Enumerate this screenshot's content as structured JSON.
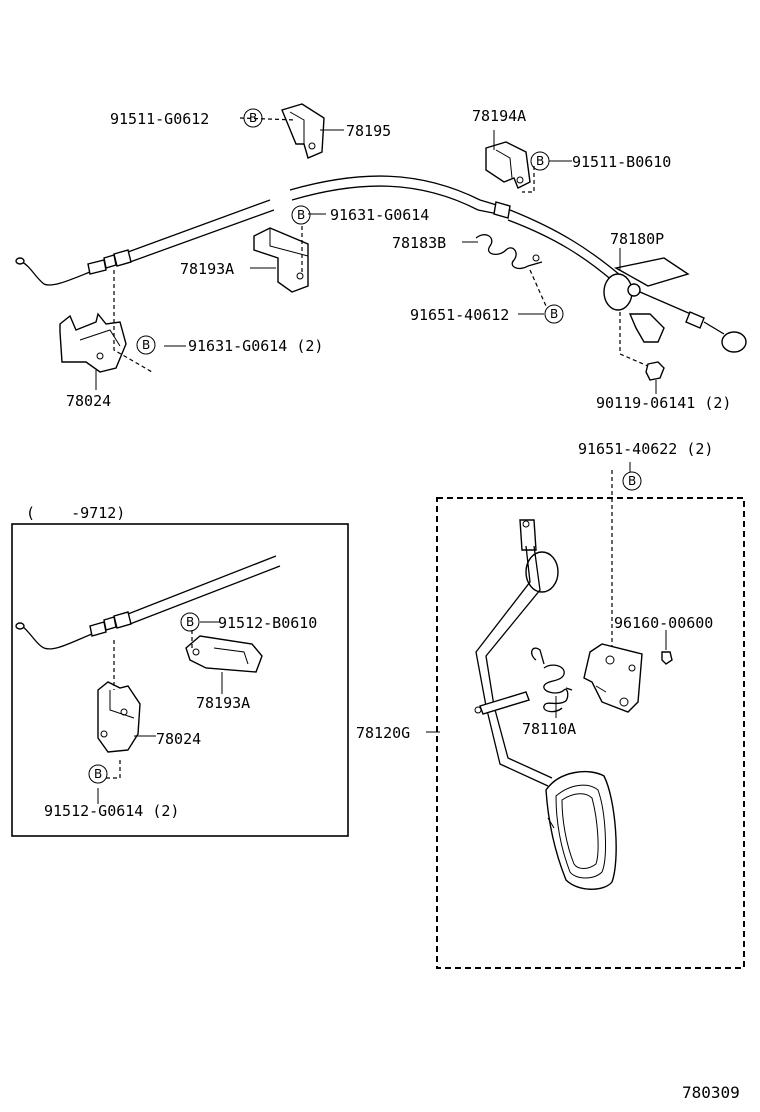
{
  "labels": {
    "p91511_g0612": "91511-G0612",
    "p78195": "78195",
    "p78194a": "78194A",
    "p91511_b0610": "91511-B0610",
    "p91631_g0614_top": "91631-G0614",
    "p78183b": "78183B",
    "p78180p": "78180P",
    "p78193a_top": "78193A",
    "p91651_40612": "91651-40612",
    "p91631_g0614_2": "91631-G0614 (2)",
    "p78024_top": "78024",
    "p90119_06141": "90119-06141 (2)",
    "p91651_40622": "91651-40622 (2)",
    "inset_range": "(    -9712)",
    "p91512_b0610": "91512-B0610",
    "p78193a_inset": "78193A",
    "p78024_inset": "78024",
    "p91512_g0614": "91512-G0614 (2)",
    "p96160_00600": "96160-00600",
    "p78110a": "78110A",
    "p78120g": "78120G",
    "diagram_number": "780309"
  },
  "bolt_marker": "B"
}
